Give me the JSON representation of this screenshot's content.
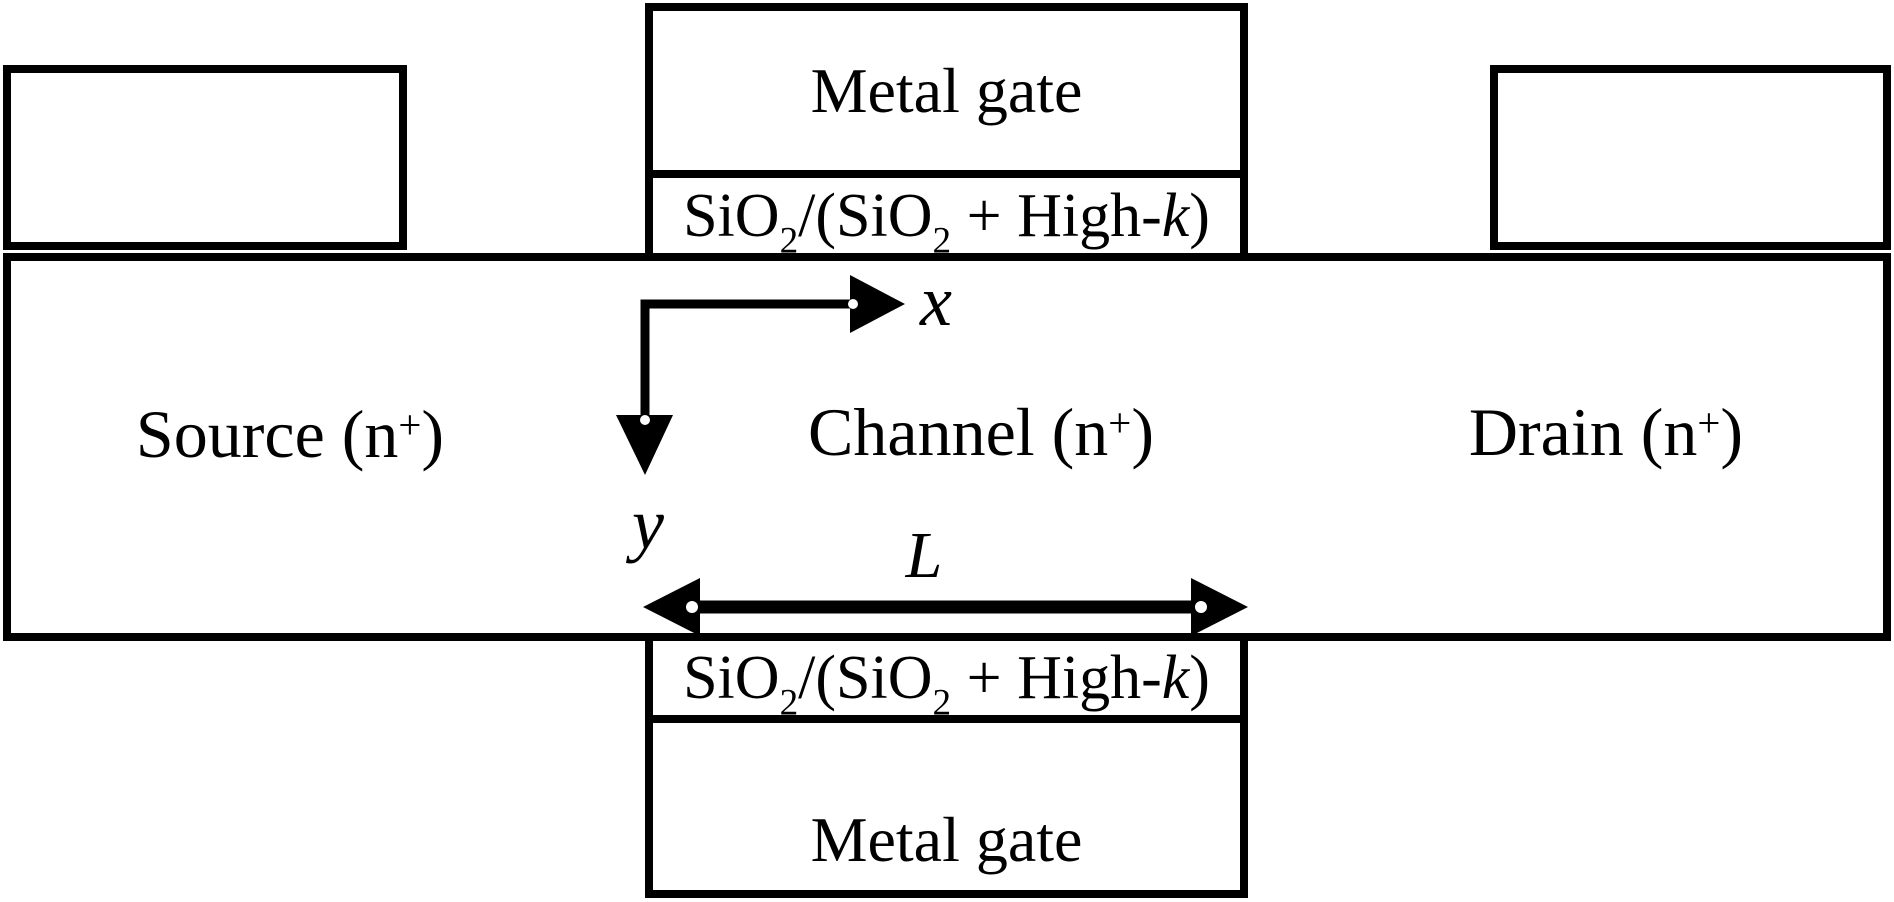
{
  "labels": {
    "metal_gate_top": "Metal gate",
    "metal_gate_bottom": "Metal gate",
    "oxide": {
      "base": "SiO",
      "sub": "2",
      "mid": "/(SiO",
      "sub2": "2",
      "plus": " + High-",
      "k": "k",
      "close": ")"
    },
    "source": {
      "name": "Source (n",
      "sup": "+",
      "close": ")"
    },
    "channel": {
      "name": "Channel (n",
      "sup": "+",
      "close": ")"
    },
    "drain": {
      "name": "Drain (n",
      "sup": "+",
      "close": ")"
    },
    "axis_x": "x",
    "axis_y": "y",
    "length": "L"
  },
  "colors": {
    "line": "#000000",
    "background": "#ffffff"
  }
}
